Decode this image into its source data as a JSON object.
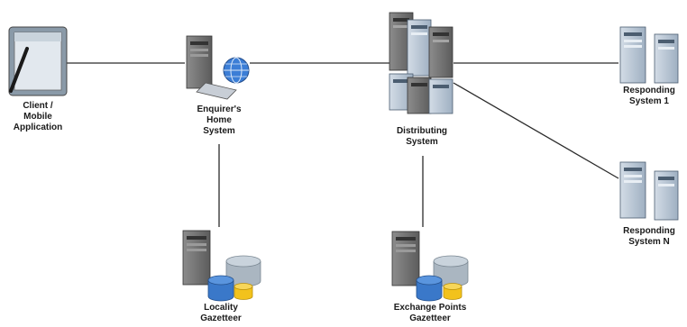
{
  "nodes": {
    "client": {
      "lines": [
        "Client /",
        "Mobile",
        "Application"
      ],
      "icon": "tablet-icon"
    },
    "enquirer": {
      "lines": [
        "Enquirer's",
        "Home",
        "System"
      ],
      "icon": "server-globe-icon"
    },
    "distributing": {
      "lines": [
        "Distributing",
        "System"
      ],
      "icon": "server-cluster-icon"
    },
    "responding1": {
      "lines": [
        "Responding",
        "System 1"
      ],
      "icon": "server-pair-icon"
    },
    "respondingN": {
      "lines": [
        "Responding",
        "System N"
      ],
      "icon": "server-pair-icon"
    },
    "locality": {
      "lines": [
        "Locality",
        "Gazetteer"
      ],
      "icon": "database-server-icon"
    },
    "exchange": {
      "lines": [
        "Exchange Points",
        "Gazetteer"
      ],
      "icon": "database-server-icon"
    }
  },
  "colors": {
    "line": "#2b2b2b",
    "server_dark": "#6e6e6e",
    "server_light": "#b7c6d6",
    "db_blue": "#3a78c9",
    "db_gray": "#aab6c1",
    "db_yellow": "#f2c21c",
    "globe": "#3c7ed6"
  }
}
